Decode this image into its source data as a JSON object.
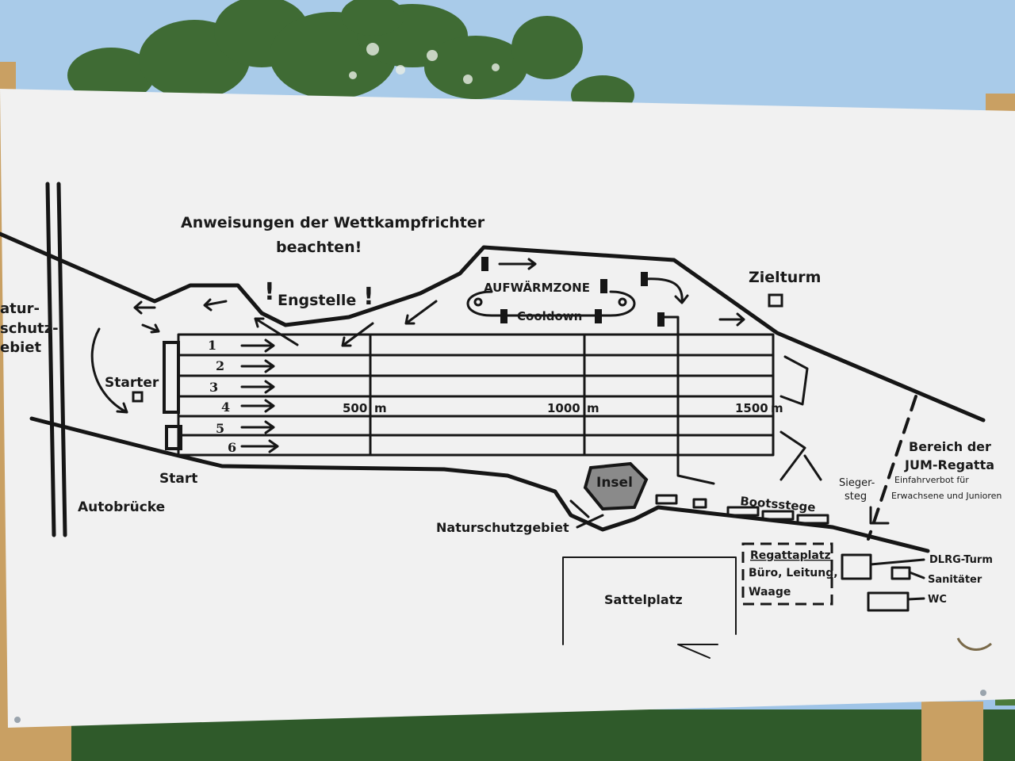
{
  "sign": {
    "warning": {
      "line1": "Anweisungen der Wettkampfrichter",
      "line2": "beachten!"
    },
    "narrow_point": {
      "label": "Engstelle",
      "mark": "!"
    },
    "warmup": {
      "zone": "AUFWÄRMZONE",
      "cooldown": "Cooldown"
    },
    "finish_tower": "Zielturm",
    "left_reserve": {
      "line1": "atur-",
      "line2": "schutz-",
      "line3": "ebiet"
    },
    "starter": "Starter",
    "start": "Start",
    "bridge": "Autobrücke",
    "lanes": [
      "1",
      "2",
      "3",
      "4",
      "5",
      "6"
    ],
    "distances": {
      "d500": "500",
      "d1000": "1000",
      "d1500": "1500",
      "unit": "m"
    },
    "island": "Insel",
    "reserve": "Naturschutzgebiet",
    "jetties": "Bootsstege",
    "victory_jetty": {
      "line1": "Sieger-",
      "line2": "steg"
    },
    "jum_area": {
      "line1": "Bereich der",
      "line2": "JUM-Regatta",
      "line3": "Einfahrverbot für",
      "line4": "Erwachsene und Junioren"
    },
    "regatta_square": {
      "line1": "Regattaplatz",
      "line2": "Büro, Leitung,",
      "line3": "Waage"
    },
    "saddle_area": "Sattelplatz",
    "dlrg_tower": "DLRG-Turm",
    "medics": "Sanitäter",
    "wc": "WC"
  },
  "colors": {
    "sky": "#9ec3e6",
    "board": "#f1f1f1",
    "ink": "#161616",
    "foliage": "#2f5a2a",
    "post": "#c9a063",
    "island": "#8a8a8a"
  }
}
